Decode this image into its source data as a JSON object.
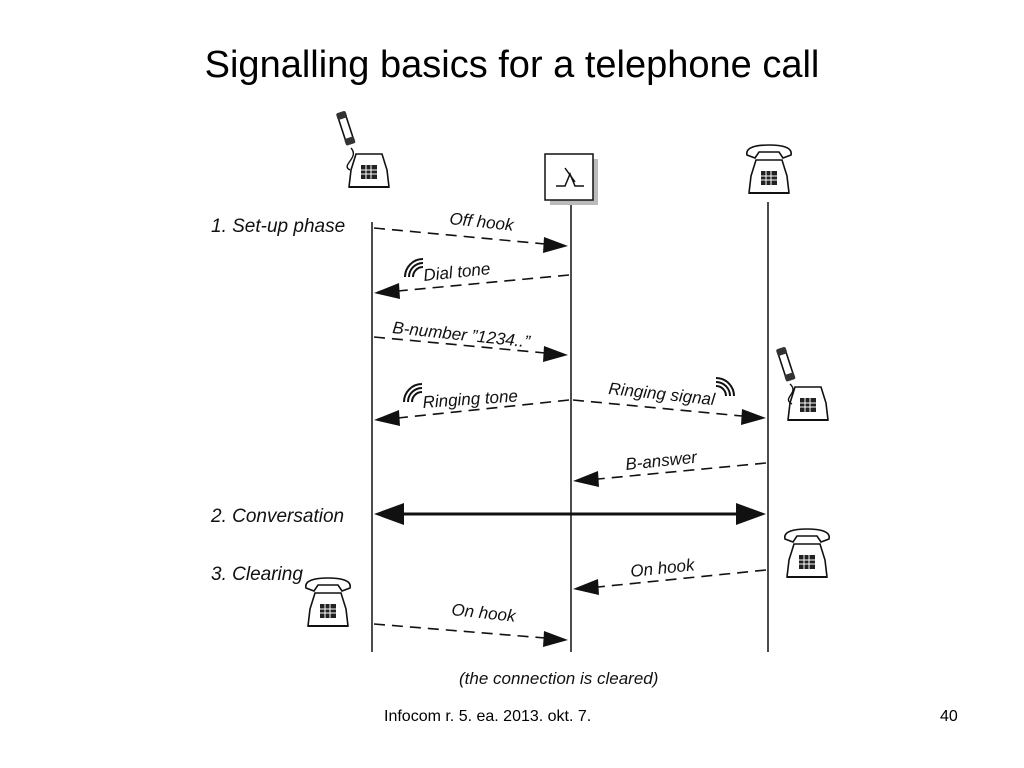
{
  "title": "Signalling basics for a telephone call",
  "phases": {
    "setup": "1. Set-up phase",
    "conversation": "2. Conversation",
    "clearing": "3. Clearing"
  },
  "messages": {
    "off_hook": "Off hook",
    "dial_tone": "Dial tone",
    "b_number": "B-number ”1234..”",
    "ringing_tone": "Ringing tone",
    "ringing_signal": "Ringing signal",
    "b_answer": "B-answer",
    "on_hook_b": "On hook",
    "on_hook_a": "On hook"
  },
  "note": "(the connection is cleared)",
  "footer": {
    "source": "Infocom r. 5. ea. 2013. okt. 7.",
    "page": "40"
  },
  "icons": {
    "phone": "telephone-icon",
    "switch": "exchange-switch-icon",
    "sound": "sound-waves-icon"
  }
}
